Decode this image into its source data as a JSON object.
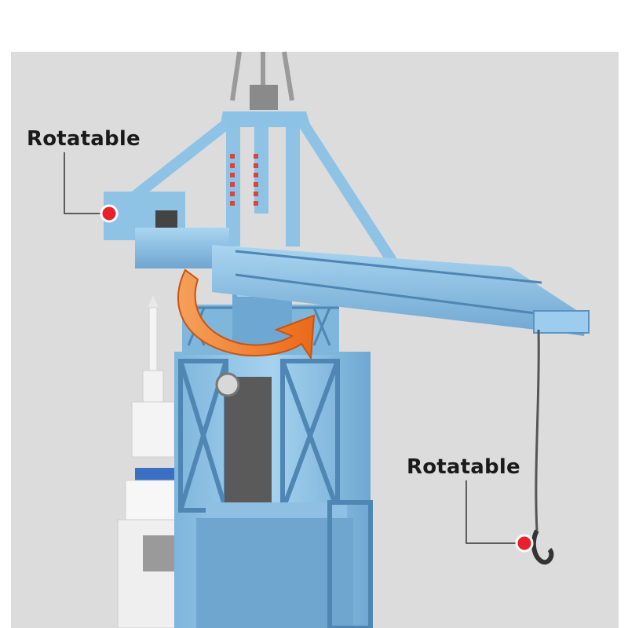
{
  "callouts": {
    "top_label": "Rotatable",
    "bottom_label": "Rotatable"
  },
  "colors": {
    "background_panel": "#dcdcdc",
    "brick_blue": "#8ec3e6",
    "brick_blue_dark": "#5a93bf",
    "arrow_orange": "#f07a2a",
    "marker_red": "#e8212b"
  },
  "icons": {
    "top_marker": "red-dot-marker",
    "bottom_marker": "red-dot-marker",
    "rotation_arrow": "curved-rotation-arrow"
  }
}
